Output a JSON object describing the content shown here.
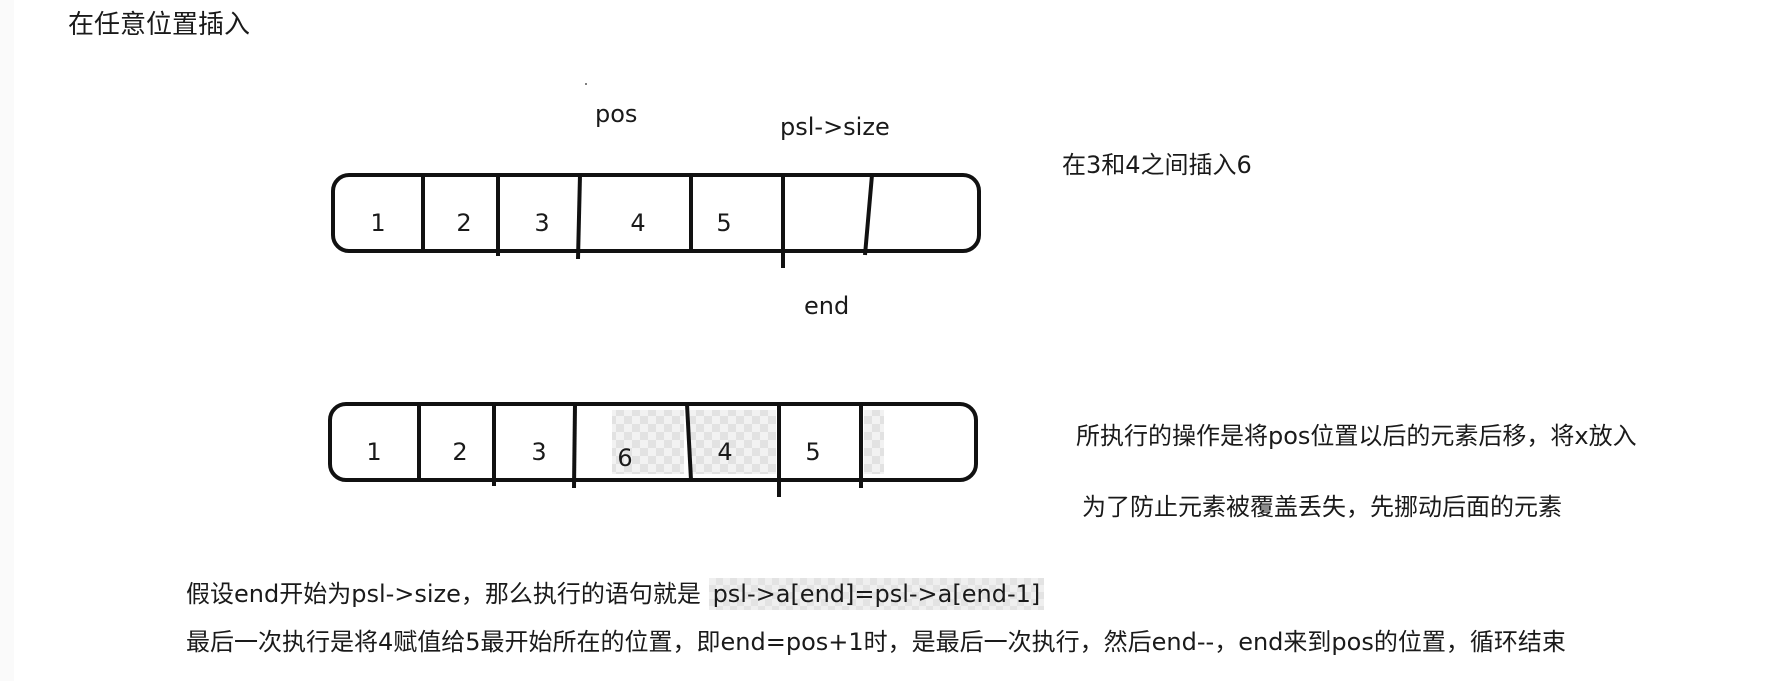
{
  "heading": "在任意位置插入",
  "top_array": {
    "label_pos": "pos",
    "label_size": "psl->size",
    "label_end": "end",
    "cells": [
      "1",
      "2",
      "3",
      "4",
      "5",
      "",
      ""
    ]
  },
  "bottom_array": {
    "cells": [
      "1",
      "2",
      "3",
      "6",
      "4",
      "5",
      ""
    ]
  },
  "notes": {
    "insert_note": "在3和4之间插入6",
    "operation_note": "所执行的操作是将pos位置以后的元素后移，将x放入",
    "overwrite_note": "为了防止元素被覆盖丢失，先挪动后面的元素"
  },
  "explanation": {
    "line1_prefix": "假设end开始为psl->size，那么执行的语句就是 ",
    "line1_code": "psl->a[end]=psl->a[end-1]",
    "line2": "最后一次执行是将4赋值给5最开始所在的位置，即end=pos+1时，是最后一次执行，然后end--，end来到pos的位置，循环结束"
  }
}
